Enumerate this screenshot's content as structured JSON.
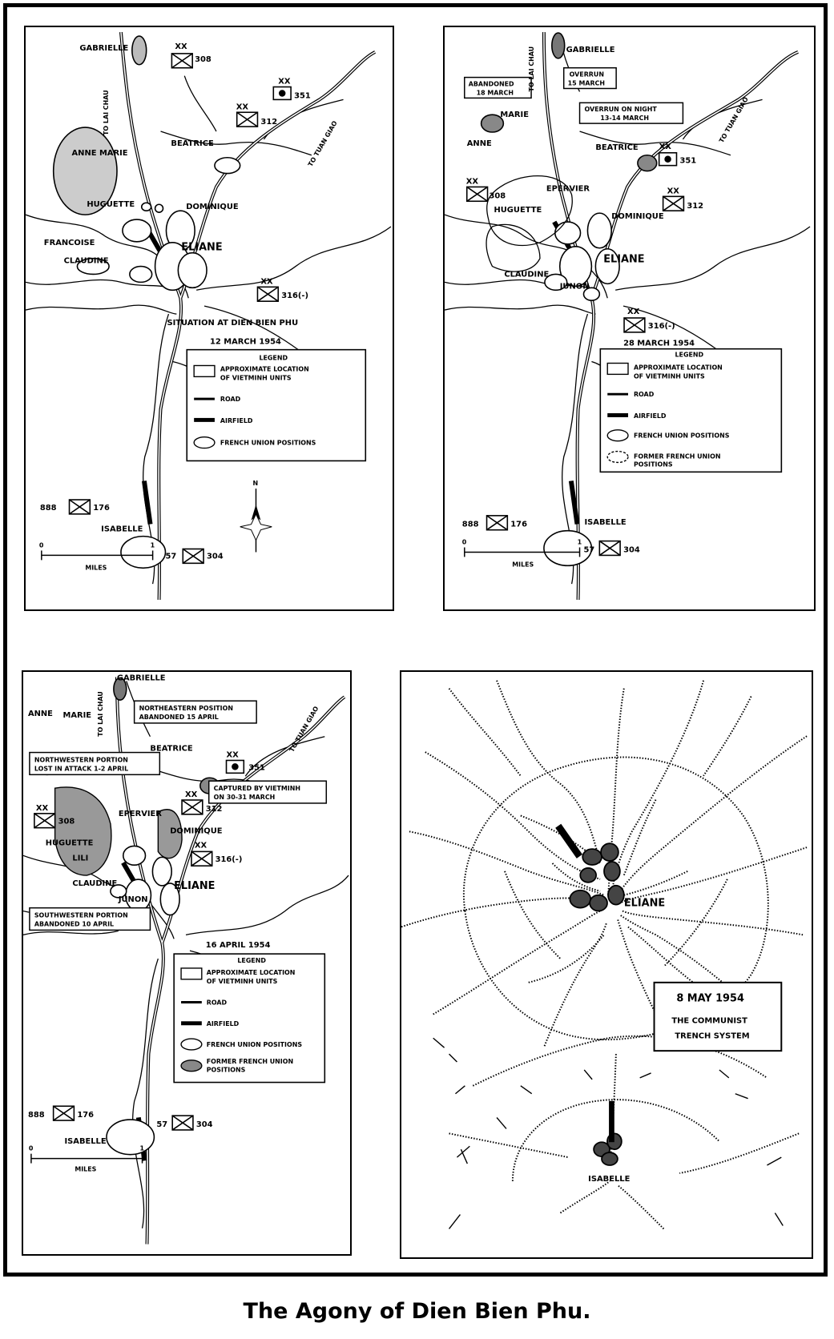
{
  "caption": "The Agony of Dien Bien Phu.",
  "legend_labels": {
    "title": "LEGEND",
    "vietminh": "APPROXIMATE LOCATION",
    "vietminh2": "OF VIETMINH UNITS",
    "road": "ROAD",
    "airfield": "AIRFIELD",
    "french": "FRENCH UNION POSITIONS",
    "former": "FORMER FRENCH UNION",
    "former2": "POSITIONS"
  },
  "roads": {
    "lai_chau": "TO LAI CHAU",
    "tuan_giao": "TO TUAN GIAO"
  },
  "scale": {
    "zero": "0",
    "one": "1",
    "miles": "MILES"
  },
  "north": "N",
  "positions": {
    "gabrielle": "GABRIELLE",
    "anne_marie": "ANNE MARIE",
    "anne": "ANNE",
    "marie": "MARIE",
    "beatrice": "BEATRICE",
    "huguette": "HUGUETTE",
    "dominique": "DOMINIQUE",
    "eliane": "ELIANE",
    "francoise": "FRANCOISE",
    "claudine": "CLAUDINE",
    "isabelle": "ISABELLE",
    "junon": "JUNON",
    "epervier": "EPERVIER",
    "lili": "LILI"
  },
  "units": {
    "u308": "308",
    "u312": "312",
    "u351": "351",
    "u316": "316(-)",
    "u888": "888",
    "u176": "176",
    "u57": "57",
    "u304": "304",
    "xx": "XX"
  },
  "map1": {
    "title": "SITUATION AT DIEN BIEN PHU",
    "date": "12 MARCH 1954"
  },
  "map2": {
    "date": "28 MARCH 1954",
    "abandoned_1": "ABANDONED",
    "abandoned_2": "18 MARCH",
    "overrun_1": "OVERRUN",
    "overrun_2": "15 MARCH",
    "overrun_night_1": "OVERRUN ON NIGHT",
    "overrun_night_2": "13-14 MARCH"
  },
  "map3": {
    "date": "16 APRIL 1954",
    "ne_1": "NORTHEASTERN POSITION",
    "ne_2": "ABANDONED 15 APRIL",
    "nw_1": "NORTHWESTERN PORTION",
    "nw_2": "LOST IN ATTACK 1-2 APRIL",
    "cap_1": "CAPTURED BY VIETMINH",
    "cap_2": "ON 30-31 MARCH",
    "sw_1": "SOUTHWESTERN PORTION",
    "sw_2": "ABANDONED 10 APRIL"
  },
  "map4": {
    "date": "8 MAY 1954",
    "title_1": "THE COMMUNIST",
    "title_2": "TRENCH SYSTEM",
    "eliane": "ELIANE",
    "isabelle": "ISABELLE"
  }
}
